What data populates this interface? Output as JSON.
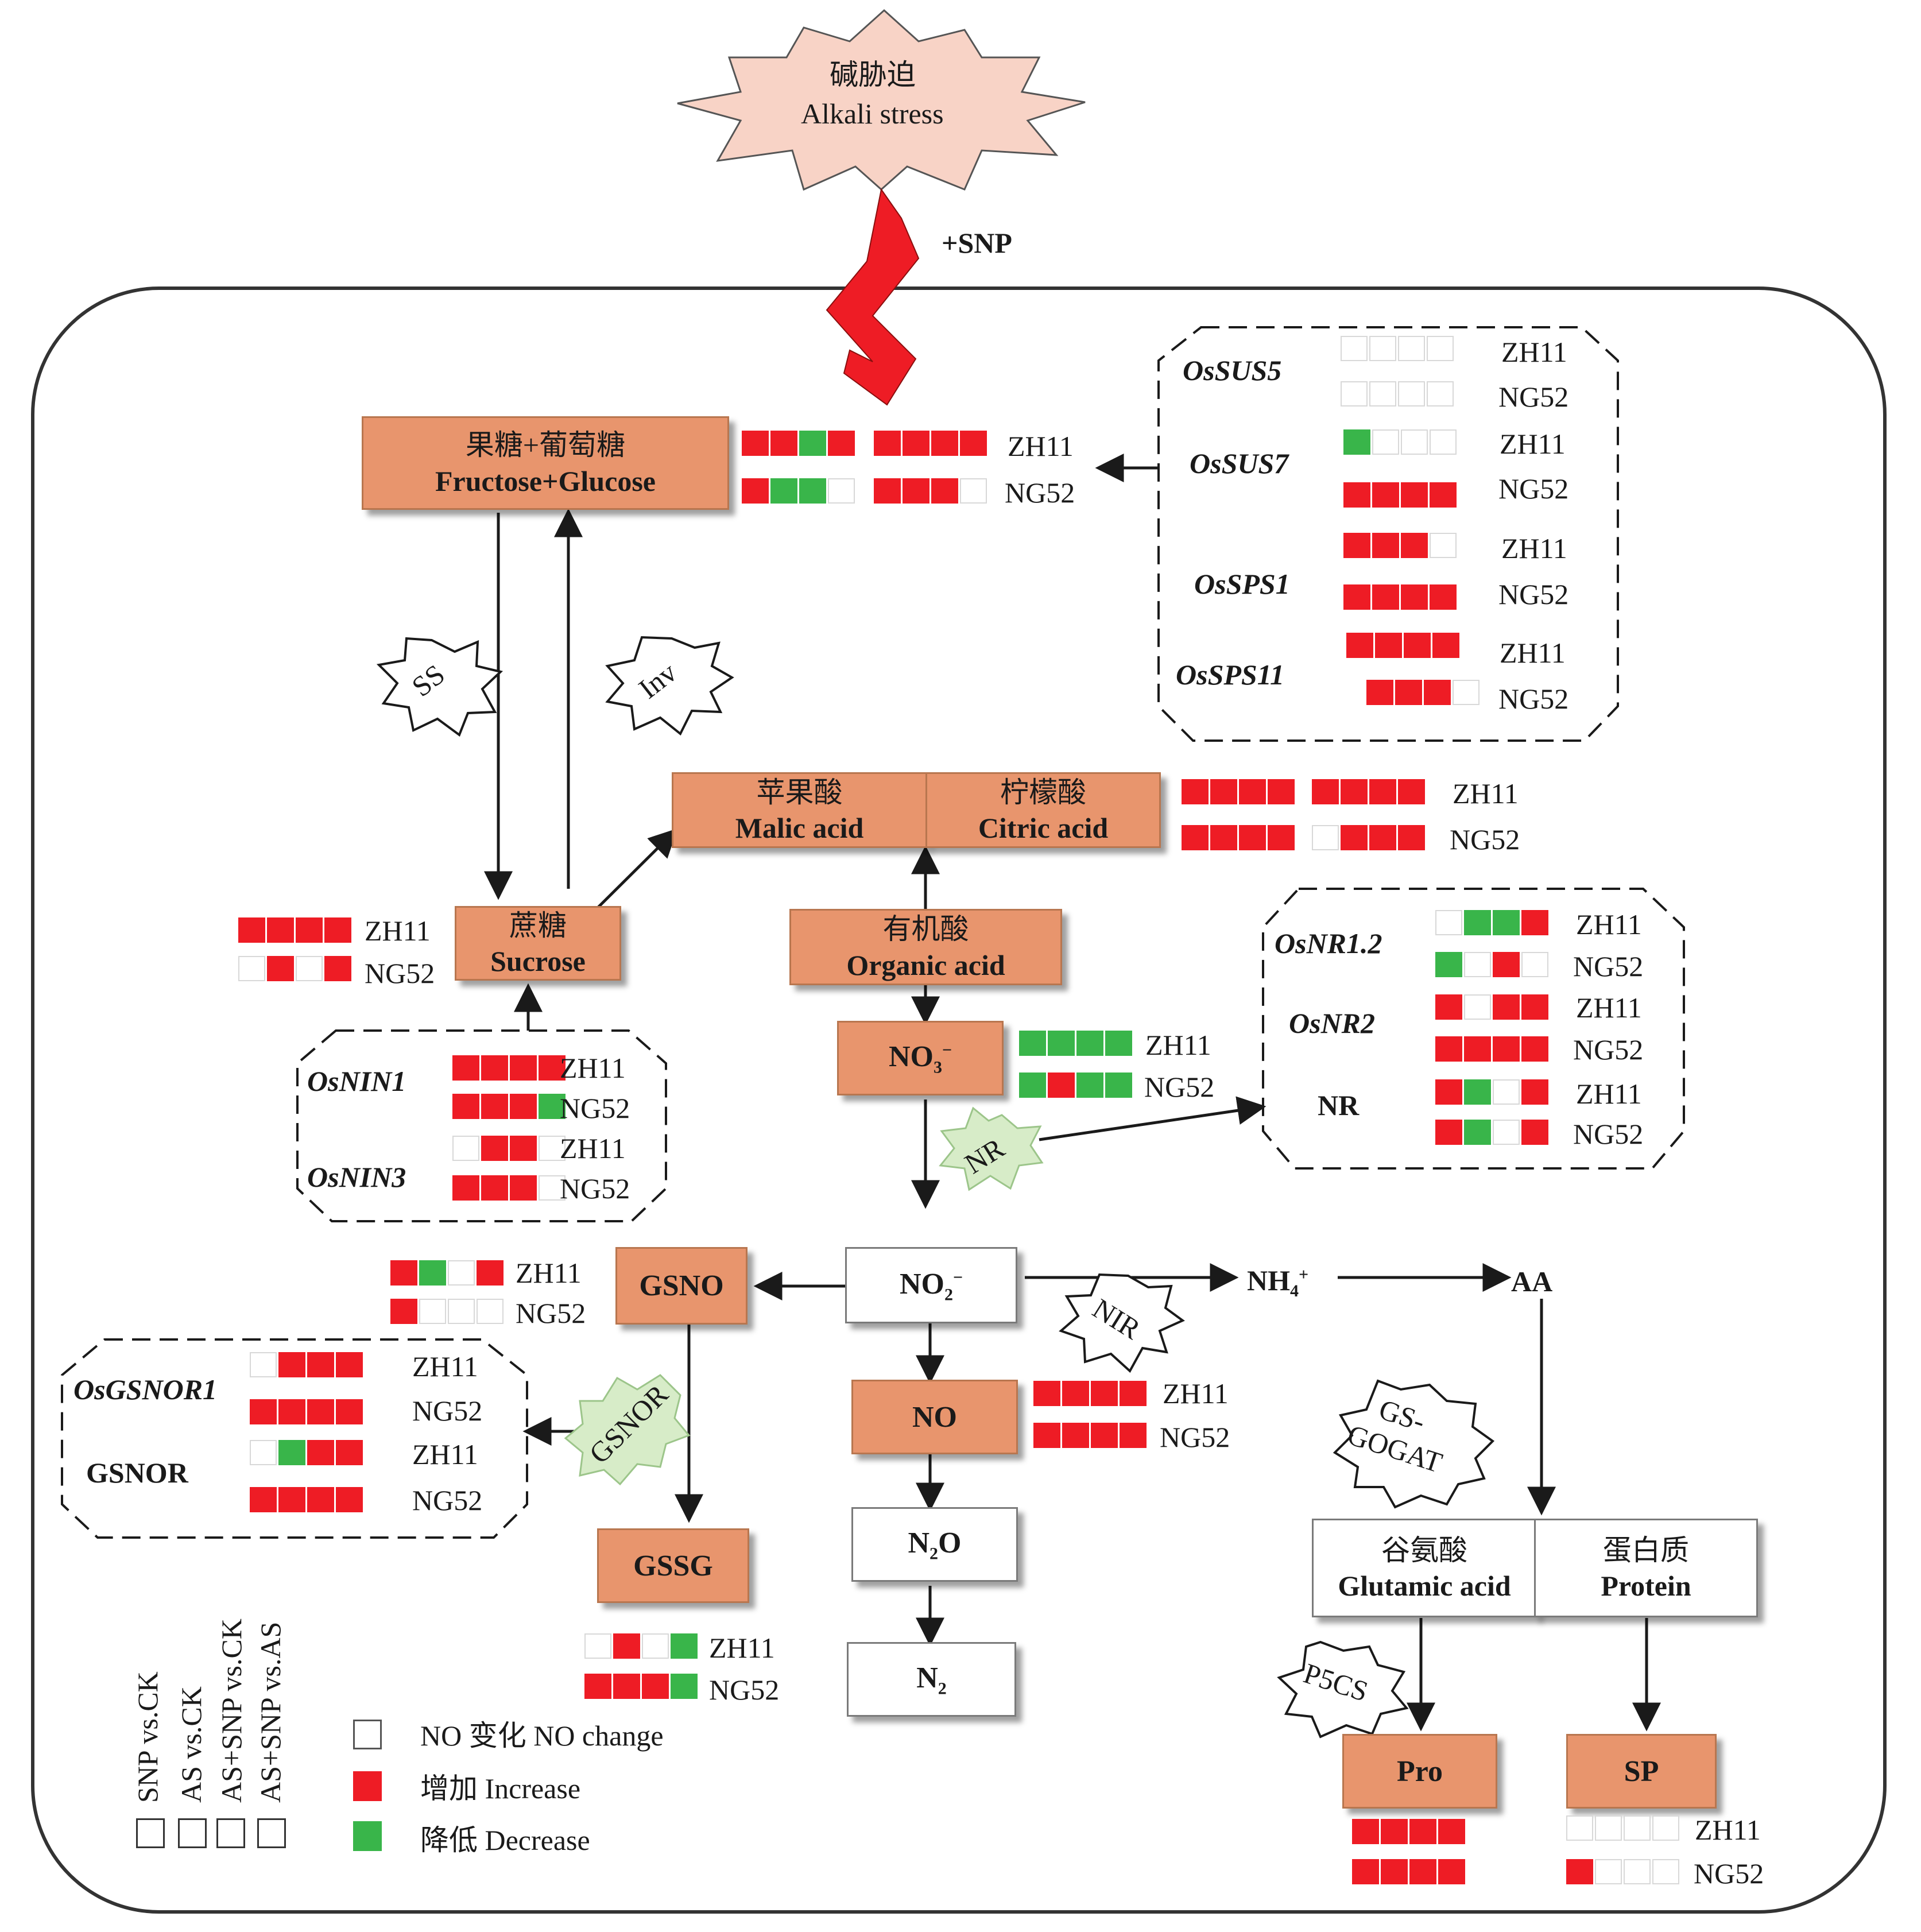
{
  "colors": {
    "increase": "#ee1c25",
    "decrease": "#39b54a",
    "no_change": "#ffffff",
    "node": "#e8956d",
    "stress": "#f8d3c6",
    "enzyme_green": "#d7ecc8"
  },
  "stress": {
    "zh": "碱胁迫",
    "en": "Alkali stress"
  },
  "snp_label": "+SNP",
  "nodes": {
    "fg": {
      "zh": "果糖+葡萄糖",
      "en": "Fructose+Glucose"
    },
    "malic": {
      "zh": "苹果酸",
      "en": "Malic acid"
    },
    "citric": {
      "zh": "柠檬酸",
      "en": "Citric acid"
    },
    "sucrose": {
      "zh": "蔗糖",
      "en": "Sucrose"
    },
    "organic": {
      "zh": "有机酸",
      "en": "Organic acid"
    },
    "no3": {
      "main": "NO",
      "sub": "3",
      "sup": "−"
    },
    "no2": {
      "main": "NO",
      "sub": "2",
      "sup": "−"
    },
    "gsno": "GSNO",
    "no": "NO",
    "gssg": "GSSG",
    "n2o": {
      "a": "N",
      "sub": "2",
      "b": "O"
    },
    "n2": {
      "a": "N",
      "sub": "2"
    },
    "nh4": {
      "main": "NH",
      "sub": "4",
      "sup": "+"
    },
    "aa": "AA",
    "glu": {
      "zh": "谷氨酸",
      "en": "Glutamic acid"
    },
    "protein": {
      "zh": "蛋白质",
      "en": "Protein"
    },
    "pro": "Pro",
    "sp": "SP"
  },
  "enzymes": {
    "ss": "SS",
    "inv": "Inv",
    "nr": "NR",
    "nir": "NIR",
    "gsnor": "GSNOR",
    "gs1": "GS-",
    "gs2": "GOGAT",
    "p5cs": "P5CS"
  },
  "genes": {
    "ossus5": "OsSUS5",
    "ossus7": "OsSUS7",
    "osspsl": "OsSPS1",
    "osspsll": "OsSPS11",
    "osnin1": "OsNIN1",
    "osnin3": "OsNIN3",
    "osnr12": "OsNR1.2",
    "osnr2": "OsNR2",
    "nr": "NR",
    "osgsnor1": "OsGSNOR1",
    "gsnor": "GSNOR"
  },
  "lines": {
    "zh11": "ZH11",
    "ng52": "NG52"
  },
  "heatmaps": {
    "fg_zh11_a": [
      "r",
      "r",
      "g",
      "r"
    ],
    "fg_zh11_b": [
      "r",
      "r",
      "r",
      "r"
    ],
    "fg_ng52_a": [
      "r",
      "g",
      "g",
      "w"
    ],
    "fg_ng52_b": [
      "r",
      "r",
      "r",
      "w"
    ],
    "sus5_zh11": [
      "w",
      "w",
      "w",
      "w"
    ],
    "sus5_ng52": [
      "w",
      "w",
      "w",
      "w"
    ],
    "sus7_zh11": [
      "g",
      "w",
      "w",
      "w"
    ],
    "sus7_ng52": [
      "r",
      "r",
      "r",
      "r"
    ],
    "sps1_zh11": [
      "r",
      "r",
      "r",
      "w"
    ],
    "sps1_ng52": [
      "r",
      "r",
      "r",
      "r"
    ],
    "sps11_zh11": [
      "r",
      "r",
      "r",
      "r"
    ],
    "sps11_ng52": [
      "r",
      "r",
      "r",
      "w"
    ],
    "malic_zh11": [
      "r",
      "r",
      "r",
      "r"
    ],
    "citric_zh11": [
      "r",
      "r",
      "r",
      "r"
    ],
    "malic_ng52": [
      "r",
      "r",
      "r",
      "r"
    ],
    "citric_ng52": [
      "w",
      "r",
      "r",
      "r"
    ],
    "suc_zh11": [
      "r",
      "r",
      "r",
      "r"
    ],
    "suc_ng52": [
      "w",
      "r",
      "w",
      "r"
    ],
    "nin1_zh11": [
      "r",
      "r",
      "r",
      "r"
    ],
    "nin1_ng52": [
      "r",
      "r",
      "r",
      "g"
    ],
    "nin3_zh11": [
      "w",
      "r",
      "r",
      "w"
    ],
    "nin3_ng52": [
      "r",
      "r",
      "r",
      "w"
    ],
    "no3_zh11": [
      "g",
      "g",
      "g",
      "g"
    ],
    "no3_ng52": [
      "g",
      "r",
      "g",
      "g"
    ],
    "nr12_zh11": [
      "w",
      "g",
      "g",
      "r"
    ],
    "nr12_ng52": [
      "g",
      "w",
      "r",
      "w"
    ],
    "nr2_zh11": [
      "r",
      "w",
      "r",
      "r"
    ],
    "nr2_ng52": [
      "r",
      "r",
      "r",
      "r"
    ],
    "nr_zh11": [
      "r",
      "g",
      "w",
      "r"
    ],
    "nr_ng52": [
      "r",
      "g",
      "w",
      "r"
    ],
    "gsno_zh11": [
      "r",
      "g",
      "w",
      "r"
    ],
    "gsno_ng52": [
      "r",
      "w",
      "w",
      "w"
    ],
    "gsnor1_zh11": [
      "w",
      "r",
      "r",
      "r"
    ],
    "gsnor1_ng52": [
      "r",
      "r",
      "r",
      "r"
    ],
    "gsnor_zh11": [
      "w",
      "g",
      "r",
      "r"
    ],
    "gsnor_ng52": [
      "r",
      "r",
      "r",
      "r"
    ],
    "no_zh11": [
      "r",
      "r",
      "r",
      "r"
    ],
    "no_ng52": [
      "r",
      "r",
      "r",
      "r"
    ],
    "gssg_zh11": [
      "w",
      "r",
      "w",
      "g"
    ],
    "gssg_ng52": [
      "r",
      "r",
      "r",
      "g"
    ],
    "pro_a": [
      "r",
      "r",
      "r",
      "r"
    ],
    "pro_b": [
      "r",
      "r",
      "r",
      "r"
    ],
    "sp_zh11": [
      "w",
      "w",
      "w",
      "w"
    ],
    "sp_ng52": [
      "r",
      "w",
      "w",
      "w"
    ]
  },
  "legend": {
    "columns": [
      "SNP vs.CK",
      "AS vs.CK",
      "AS+SNP vs.CK",
      "AS+SNP vs.AS"
    ],
    "no_change": "NO 变化 NO change",
    "increase": "增加 Increase",
    "decrease": "降低 Decrease"
  }
}
